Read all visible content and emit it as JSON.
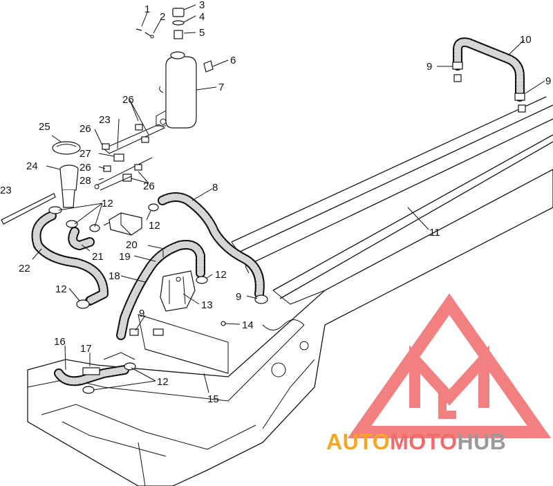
{
  "callouts": [
    {
      "id": "c1",
      "text": "1"
    },
    {
      "id": "c2",
      "text": "2"
    },
    {
      "id": "c3",
      "text": "3"
    },
    {
      "id": "c4",
      "text": "4"
    },
    {
      "id": "c5",
      "text": "5"
    },
    {
      "id": "c6",
      "text": "6"
    },
    {
      "id": "c7",
      "text": "7"
    },
    {
      "id": "c8",
      "text": "8"
    },
    {
      "id": "c9a",
      "text": "9"
    },
    {
      "id": "c9b",
      "text": "9"
    },
    {
      "id": "c9c",
      "text": "9"
    },
    {
      "id": "c9d",
      "text": "9"
    },
    {
      "id": "c10",
      "text": "10"
    },
    {
      "id": "c11",
      "text": "11"
    },
    {
      "id": "c12a",
      "text": "12"
    },
    {
      "id": "c12b",
      "text": "12"
    },
    {
      "id": "c12c",
      "text": "12"
    },
    {
      "id": "c12d",
      "text": "12"
    },
    {
      "id": "c12e",
      "text": "12"
    },
    {
      "id": "c13",
      "text": "13"
    },
    {
      "id": "c14",
      "text": "14"
    },
    {
      "id": "c15",
      "text": "15"
    },
    {
      "id": "c16",
      "text": "16"
    },
    {
      "id": "c17",
      "text": "17"
    },
    {
      "id": "c18",
      "text": "18"
    },
    {
      "id": "c19",
      "text": "19"
    },
    {
      "id": "c20",
      "text": "20"
    },
    {
      "id": "c21",
      "text": "21"
    },
    {
      "id": "c22",
      "text": "22"
    },
    {
      "id": "c23a",
      "text": "23"
    },
    {
      "id": "c23b",
      "text": "23"
    },
    {
      "id": "c24",
      "text": "24"
    },
    {
      "id": "c25",
      "text": "25"
    },
    {
      "id": "c26a",
      "text": "26"
    },
    {
      "id": "c26b",
      "text": "26"
    },
    {
      "id": "c26c",
      "text": "26"
    },
    {
      "id": "c26d",
      "text": "26"
    },
    {
      "id": "c27",
      "text": "27"
    },
    {
      "id": "c28",
      "text": "28"
    }
  ],
  "watermark": {
    "part1": "AUTO",
    "part2": "MOTO",
    "part3": "HUB",
    "color_orange": "#f5a623",
    "color_red": "#f26b6b",
    "color_gray": "#9a9a9a"
  }
}
